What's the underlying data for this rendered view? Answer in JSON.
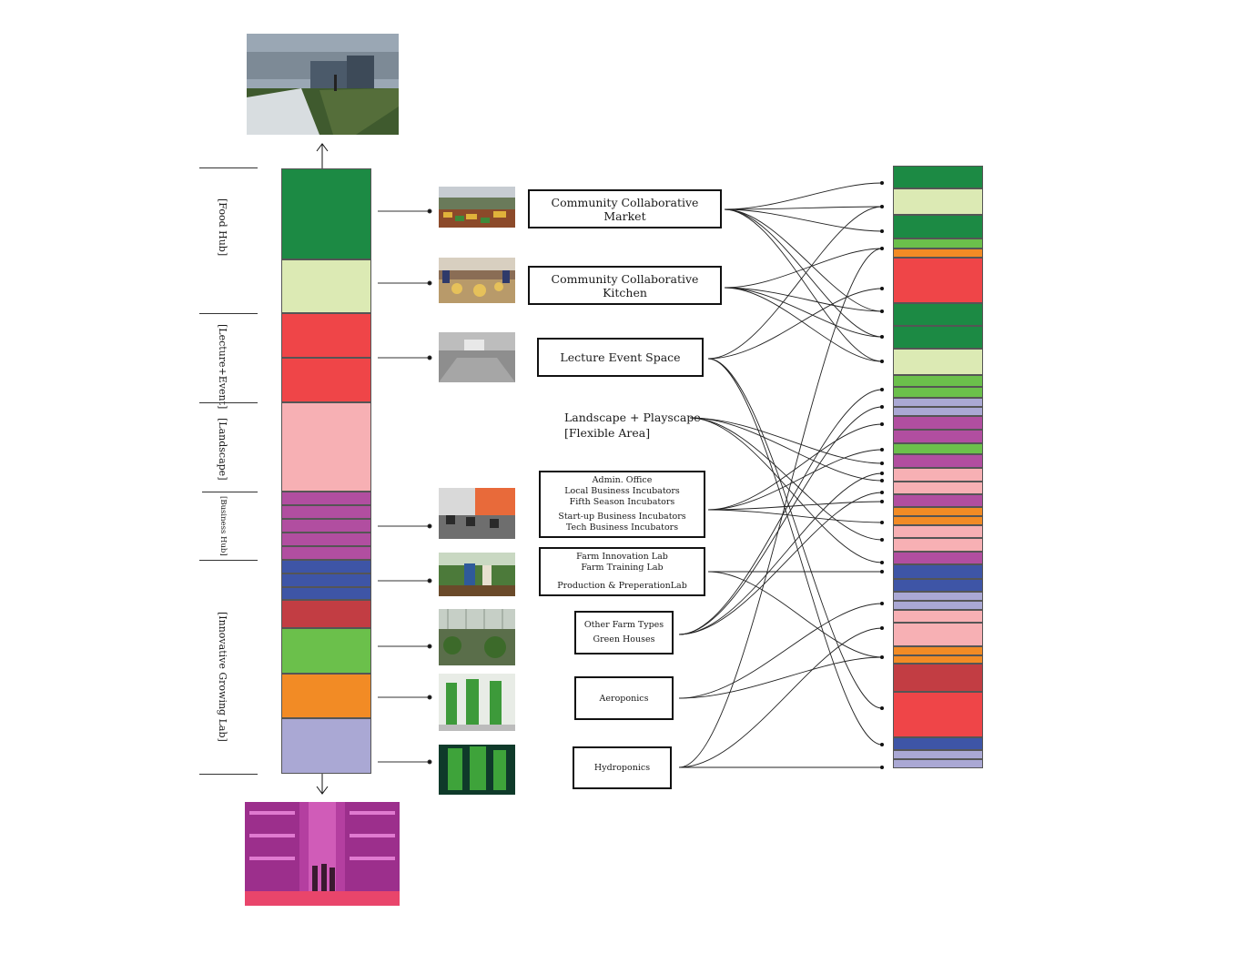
{
  "sections": [
    {
      "label": "[Food Hub]"
    },
    {
      "label": "[Lecture+Event]"
    },
    {
      "label": "[Landscape]"
    },
    {
      "label": "[Business Hub]"
    },
    {
      "label": "[Innovative Growing Lab]"
    }
  ],
  "programs": {
    "market": {
      "lines": [
        "Community Collaborative Market"
      ]
    },
    "kitchen": {
      "lines": [
        "Community Collaborative Kitchen"
      ]
    },
    "lecture": {
      "lines": [
        "Lecture Event Space"
      ]
    },
    "landscape": {
      "lines": [
        "Landscape + Playscape",
        "[Flexible Area]"
      ]
    },
    "business": {
      "lines": [
        "Admin. Office",
        "Local Business Incubators",
        "Fifth Season Incubators",
        "Start-up Business Incubators",
        "Tech Business Incubators"
      ]
    },
    "farmlab": {
      "lines": [
        "Farm Innovation Lab",
        "Farm Training Lab",
        "Production & PreperationLab"
      ]
    },
    "greenhouse": {
      "lines": [
        "Other Farm Types",
        "Green Houses"
      ]
    },
    "aeroponics": {
      "lines": [
        "Aeroponics"
      ]
    },
    "hydroponics": {
      "lines": [
        "Hydroponics"
      ]
    }
  },
  "colors": {
    "dark_green": "#1c8a44",
    "light_green": "#dceab4",
    "red": "#ef4548",
    "pink": "#f7b0b4",
    "purple": "#b14ea0",
    "blue": "#3e55a6",
    "dark_red": "#c23d43",
    "green": "#6bc04b",
    "orange": "#f28b25",
    "lavender": "#aaa8d4"
  }
}
